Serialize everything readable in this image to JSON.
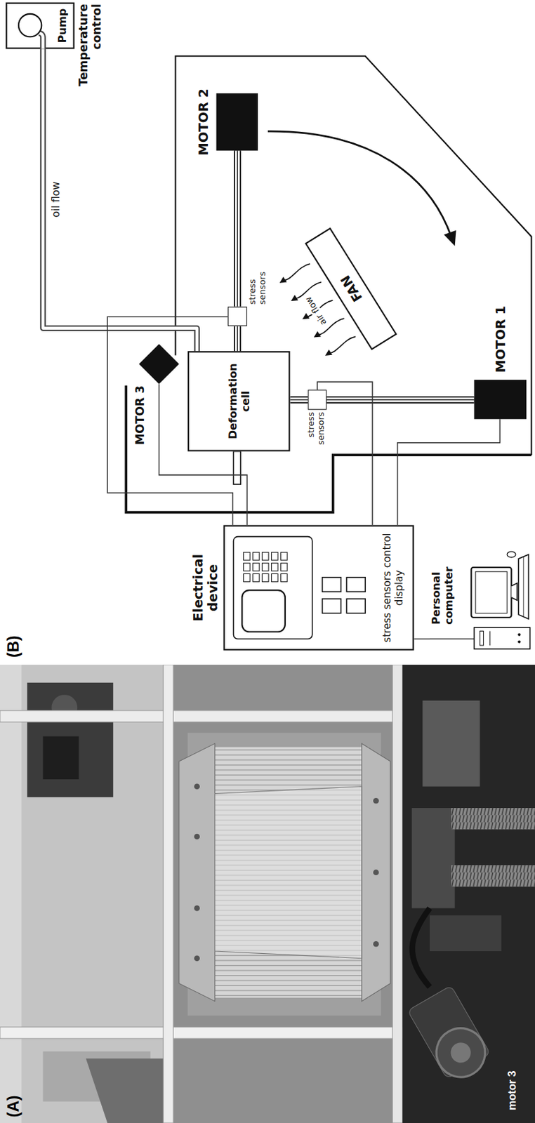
{
  "diagram": {
    "nodes": [
      {
        "text": [
          "Pump",
          "Temperature control"
        ]
      },
      {
        "text": [
          "Deformation cell"
        ]
      },
      {
        "text": [
          "MOTOR 2"
        ]
      },
      {
        "text": [
          "MOTOR 1"
        ]
      },
      {
        "text": [
          "MOTOR 3"
        ]
      },
      {
        "text": [
          "stress sensors"
        ]
      },
      {
        "text": [
          "stress sensors"
        ]
      },
      {
        "text": [
          "FAN"
        ]
      },
      {
        "text": [
          "Electrical device",
          "stress sensors control display"
        ]
      },
      {
        "text": [
          "Personal computer"
        ]
      }
    ],
    "edges": [
      {
        "from": 0,
        "to": 1,
        "arrow": "none",
        "label": "oil flow"
      },
      {
        "from": 2,
        "to": 5,
        "arrow": "none"
      },
      {
        "from": 5,
        "to": 1,
        "arrow": "none"
      },
      {
        "from": 3,
        "to": 6,
        "arrow": "none"
      },
      {
        "from": 6,
        "to": 1,
        "arrow": "none"
      },
      {
        "from": 8,
        "to": 4,
        "arrow": "none"
      },
      {
        "from": 8,
        "to": 5,
        "arrow": "none"
      },
      {
        "from": 8,
        "to": 6,
        "arrow": "none"
      },
      {
        "from": 8,
        "to": 3,
        "arrow": "none"
      },
      {
        "from": 8,
        "to": 9,
        "arrow": "none"
      }
    ],
    "labels": [
      "(A)",
      "motor 3",
      "(B)",
      "air flow"
    ]
  }
}
